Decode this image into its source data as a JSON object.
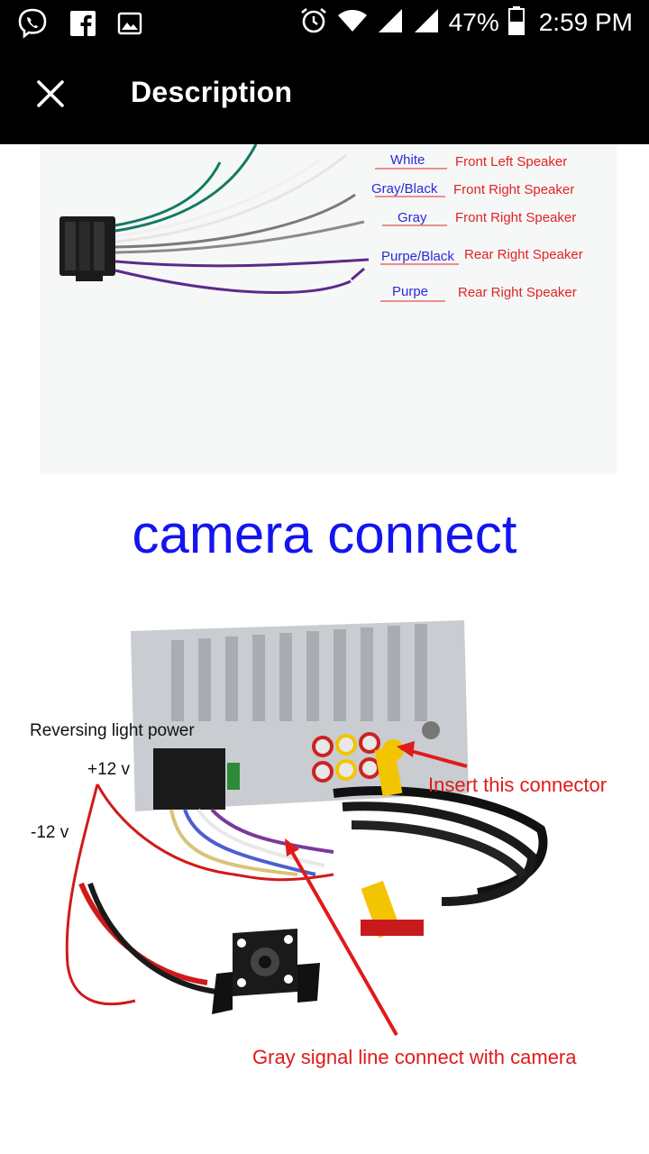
{
  "status_bar": {
    "battery_percent": "47%",
    "time": "2:59 PM",
    "icons_left": [
      "viber-icon",
      "facebook-icon",
      "image-icon"
    ],
    "icons_right": [
      "alarm-icon",
      "wifi-icon",
      "signal-icon",
      "signal-icon",
      "battery-icon"
    ]
  },
  "app_bar": {
    "title": "Description",
    "close_icon": "close-icon"
  },
  "wiring": {
    "rows": [
      {
        "wire": "White",
        "function": "Front Left Speaker"
      },
      {
        "wire": "Gray/Black",
        "function": "Front Right Speaker"
      },
      {
        "wire": "Gray",
        "function": "Front Right Speaker"
      },
      {
        "wire": "Purpe/Black",
        "function": "Rear Right Speaker"
      },
      {
        "wire": "Purpe",
        "function": "Rear Right Speaker"
      }
    ]
  },
  "camera_section": {
    "heading": "camera connect",
    "labels": {
      "reversing_power": "Reversing light power",
      "plus12": "+12 v",
      "minus12": "-12 v",
      "insert": "Insert this connector",
      "gray_signal": "Gray signal line connect with camera"
    }
  },
  "colors": {
    "heading_blue": "#1414f0",
    "label_red": "#e02424",
    "label_blue": "#2a2ad8",
    "bar_black": "#000000"
  }
}
